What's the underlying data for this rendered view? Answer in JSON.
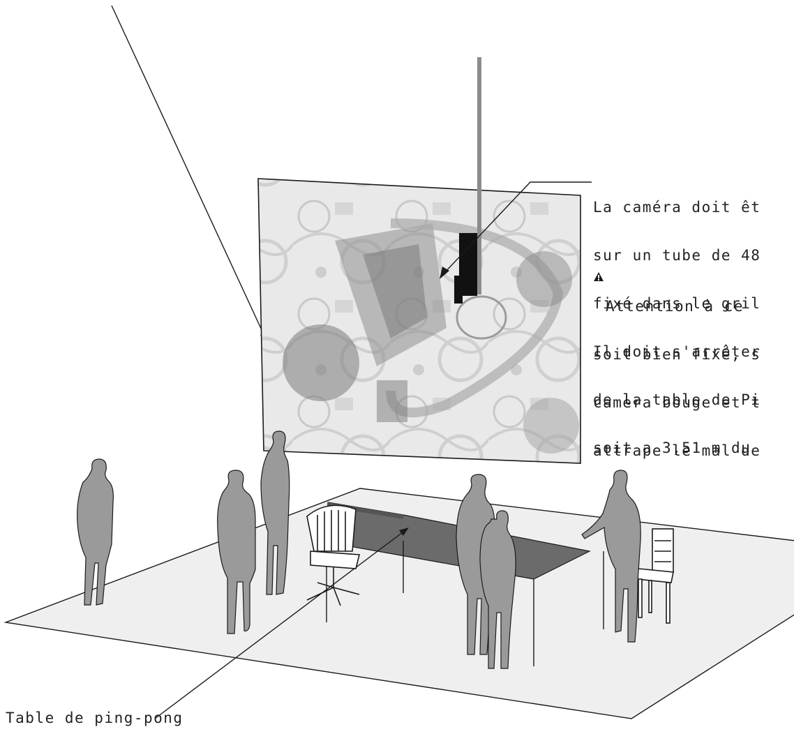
{
  "annotations": {
    "camera_note": [
      "La caméra doit êt",
      "sur un tube de 48",
      "fixé dans le gril",
      "Il doit s'arrêter",
      "de la table de Pi",
      "soit a 3,51 m du"
    ],
    "warning_icon": "warning-triangle-icon",
    "warning_note": [
      "Attention à ce",
      "soit bien fixé, s",
      "camera bouge et t",
      "attrape le mal de"
    ],
    "table_label": "Table de ping-pong"
  },
  "colors": {
    "figure": "#9a9a9a",
    "floor": "#efefef",
    "table_top": "#6b6b6b",
    "camera_tube": "#8c8c8c",
    "outline": "#1a1a1a"
  }
}
